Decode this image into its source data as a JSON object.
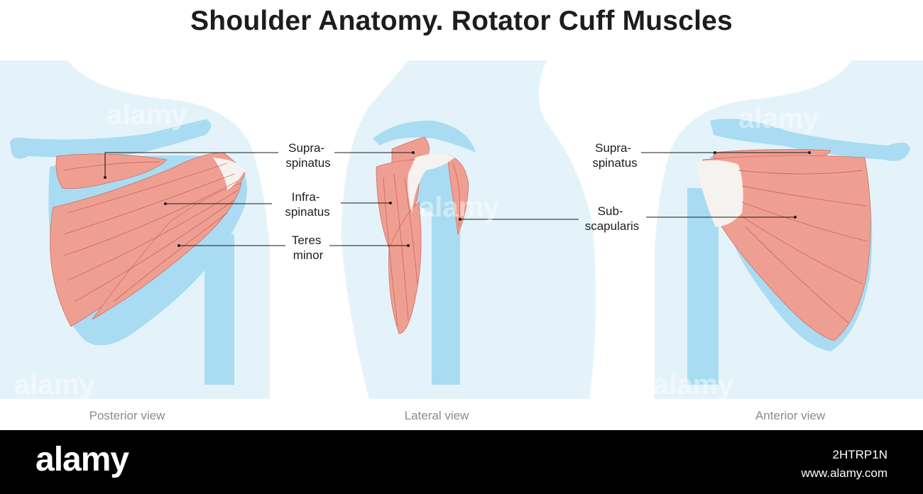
{
  "title": "Shoulder Anatomy. Rotator Cuff Muscles",
  "views": {
    "posterior": {
      "caption": "Posterior view",
      "labels": {
        "supraspinatus": [
          "Supra-",
          "spinatus"
        ],
        "infraspinatus": [
          "Infra-",
          "spinatus"
        ],
        "teres_minor": [
          "Teres",
          "minor"
        ]
      }
    },
    "lateral": {
      "caption": "Lateral view",
      "labels": {
        "subscapularis": [
          "Sub-",
          "scapularis"
        ]
      }
    },
    "anterior": {
      "caption": "Anterior view",
      "labels": {
        "supraspinatus": [
          "Supra-",
          "spinatus"
        ]
      }
    }
  },
  "watermark": "alamy",
  "footer": {
    "logo": "alamy",
    "image_id": "2HTRP1N",
    "site": "www.alamy.com"
  },
  "colors": {
    "body": "#e4f3fa",
    "bone": "#a9dcf2",
    "muscle": "#ef9f92",
    "tendon": "#f6f2ef",
    "footer": "#000000"
  }
}
